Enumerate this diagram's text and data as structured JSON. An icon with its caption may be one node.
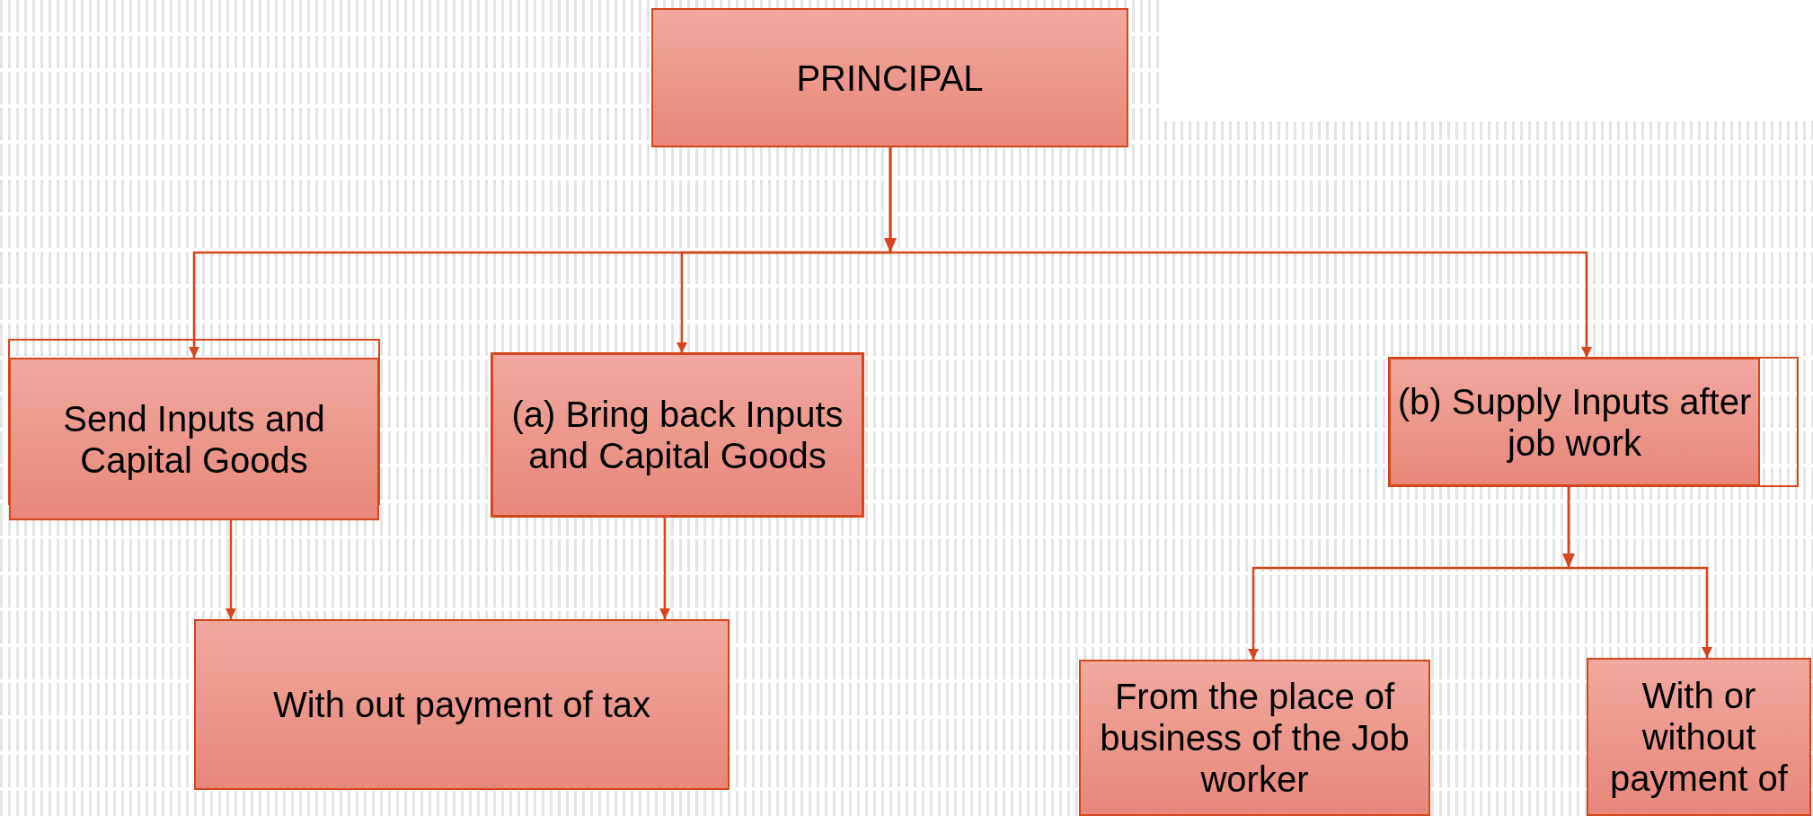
{
  "diagram": {
    "nodes": [
      {
        "text": [
          "PRINCIPAL"
        ]
      },
      {
        "text": [
          "Send Inputs and Capital Goods"
        ]
      },
      {
        "text": [
          "(a) Bring back Inputs and Capital Goods"
        ]
      },
      {
        "text": [
          "(b) Supply Inputs after job work"
        ]
      },
      {
        "text": [
          "With out payment of tax"
        ]
      },
      {
        "text": [
          "From the place of business of the Job worker"
        ]
      },
      {
        "text": [
          "With or without payment of"
        ]
      }
    ],
    "edges": [
      {
        "from": 0,
        "to": 1,
        "arrow": "to"
      },
      {
        "from": 0,
        "to": 2,
        "arrow": "to"
      },
      {
        "from": 0,
        "to": 3,
        "arrow": "to"
      },
      {
        "from": 1,
        "to": 4,
        "arrow": "to"
      },
      {
        "from": 2,
        "to": 4,
        "arrow": "to"
      },
      {
        "from": 3,
        "to": 5,
        "arrow": "to"
      },
      {
        "from": 3,
        "to": 6,
        "arrow": "to"
      }
    ]
  }
}
